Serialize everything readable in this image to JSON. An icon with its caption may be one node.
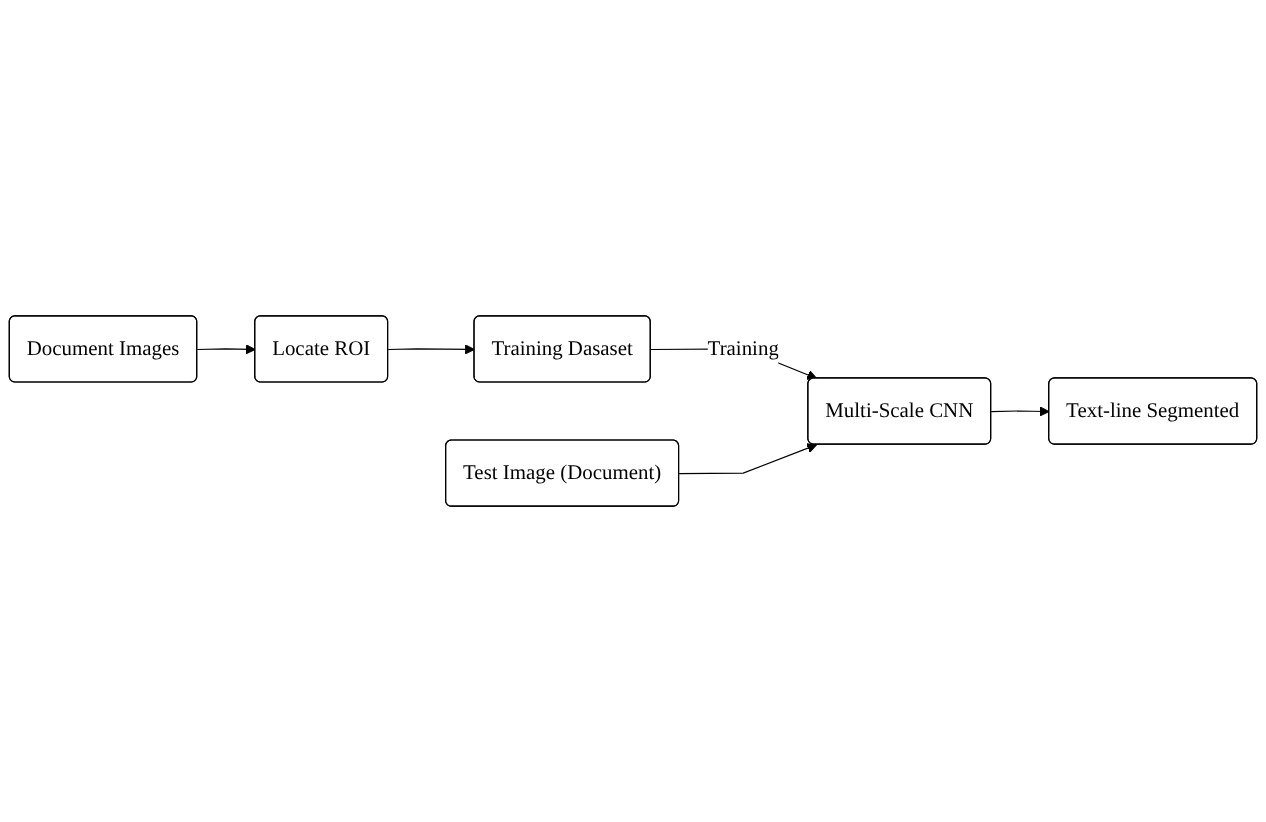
{
  "diagram": {
    "nodes": [
      {
        "text": [
          "Document Images"
        ]
      },
      {
        "text": [
          "Locate ROI"
        ]
      },
      {
        "text": [
          "Training Dasaset"
        ]
      },
      {
        "text": [
          "Test Image (Document)"
        ]
      },
      {
        "text": [
          "Multi-Scale CNN"
        ]
      },
      {
        "text": [
          "Text-line Segmented"
        ]
      }
    ],
    "edges": [
      {
        "from": 0,
        "to": 1,
        "arrow": "to"
      },
      {
        "from": 1,
        "to": 2,
        "arrow": "to"
      },
      {
        "from": 2,
        "to": 4,
        "arrow": "to",
        "label": "Training"
      },
      {
        "from": 3,
        "to": 4,
        "arrow": "to"
      },
      {
        "from": 4,
        "to": 5,
        "arrow": "to"
      }
    ]
  }
}
